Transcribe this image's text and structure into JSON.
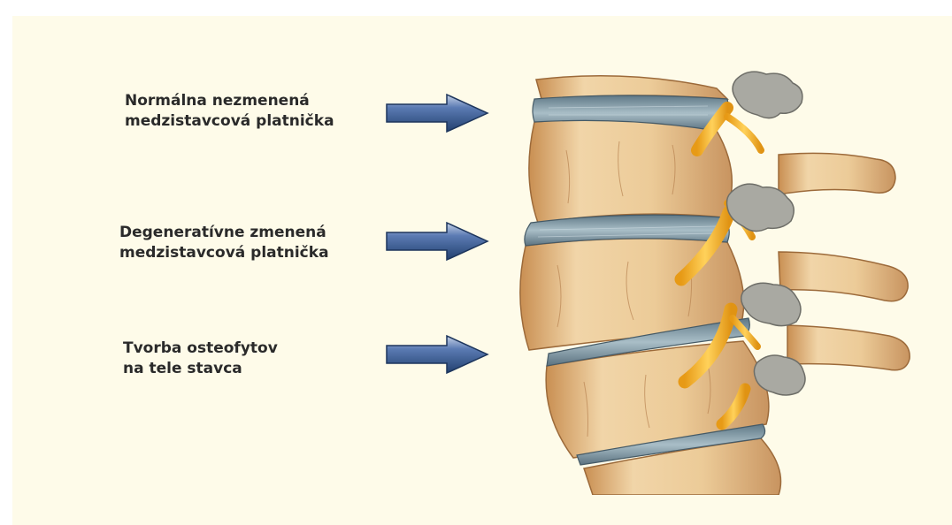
{
  "labels": [
    {
      "line1": "Normálna nezmenená",
      "line2": "medzistavcová platnička"
    },
    {
      "line1": "Degeneratívne zmenená",
      "line2": "medzistavcová  platnička"
    },
    {
      "line1": "Tvorba osteofytov",
      "line2": "na tele stavca"
    }
  ],
  "colors": {
    "background": "#fefbe9",
    "arrow_fill": "#2e4f86",
    "arrow_light": "#c7d3e8",
    "bone": "#e9c99b",
    "bone_shadow": "#b8814a",
    "disc": "#7f97a3",
    "nerve": "#f2b22b",
    "osteophyte": "#a9a9a2"
  },
  "icons": [
    "arrow-right-icon",
    "arrow-right-icon",
    "arrow-right-icon"
  ]
}
